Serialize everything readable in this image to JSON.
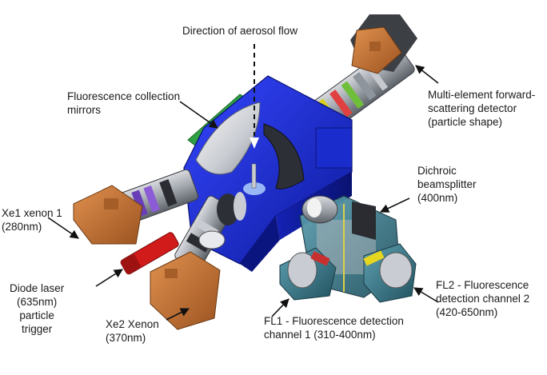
{
  "labels": {
    "aerosol_flow": "Direction of aerosol flow",
    "mirrors_line1": "Fluorescence collection",
    "mirrors_line2": "mirrors",
    "forward_line1": "Multi-element forward-",
    "forward_line2": "scattering detector",
    "forward_line3": "(particle shape)",
    "dichroic_line1": "Dichroic",
    "dichroic_line2": "beamsplitter",
    "dichroic_line3": "(400nm)",
    "xe1_line1": "Xe1 xenon 1",
    "xe1_line2": "(280nm)",
    "laser_line1": "Diode laser",
    "laser_line2": "(635nm)",
    "laser_line3": "particle",
    "laser_line4": "trigger",
    "xe2_line1": "Xe2 Xenon",
    "xe2_line2": "(370nm)",
    "fl1_line1": "FL1 - Fluorescence detection",
    "fl1_line2": "channel 1 (310-400nm)",
    "fl2_line1": "FL2 - Fluorescence",
    "fl2_line2": "detection channel 2",
    "fl2_line3": "(420-650nm)"
  },
  "colors": {
    "chamber_blue": "#1f2fd6",
    "chamber_dark": "#0f1a8c",
    "lamp_housing_orange": "#c8773a",
    "teal_detector": "#2e6f80",
    "mirror_green": "#2ea043",
    "laser_red": "#d11a1a",
    "optic_grey": "#7a7f88"
  }
}
